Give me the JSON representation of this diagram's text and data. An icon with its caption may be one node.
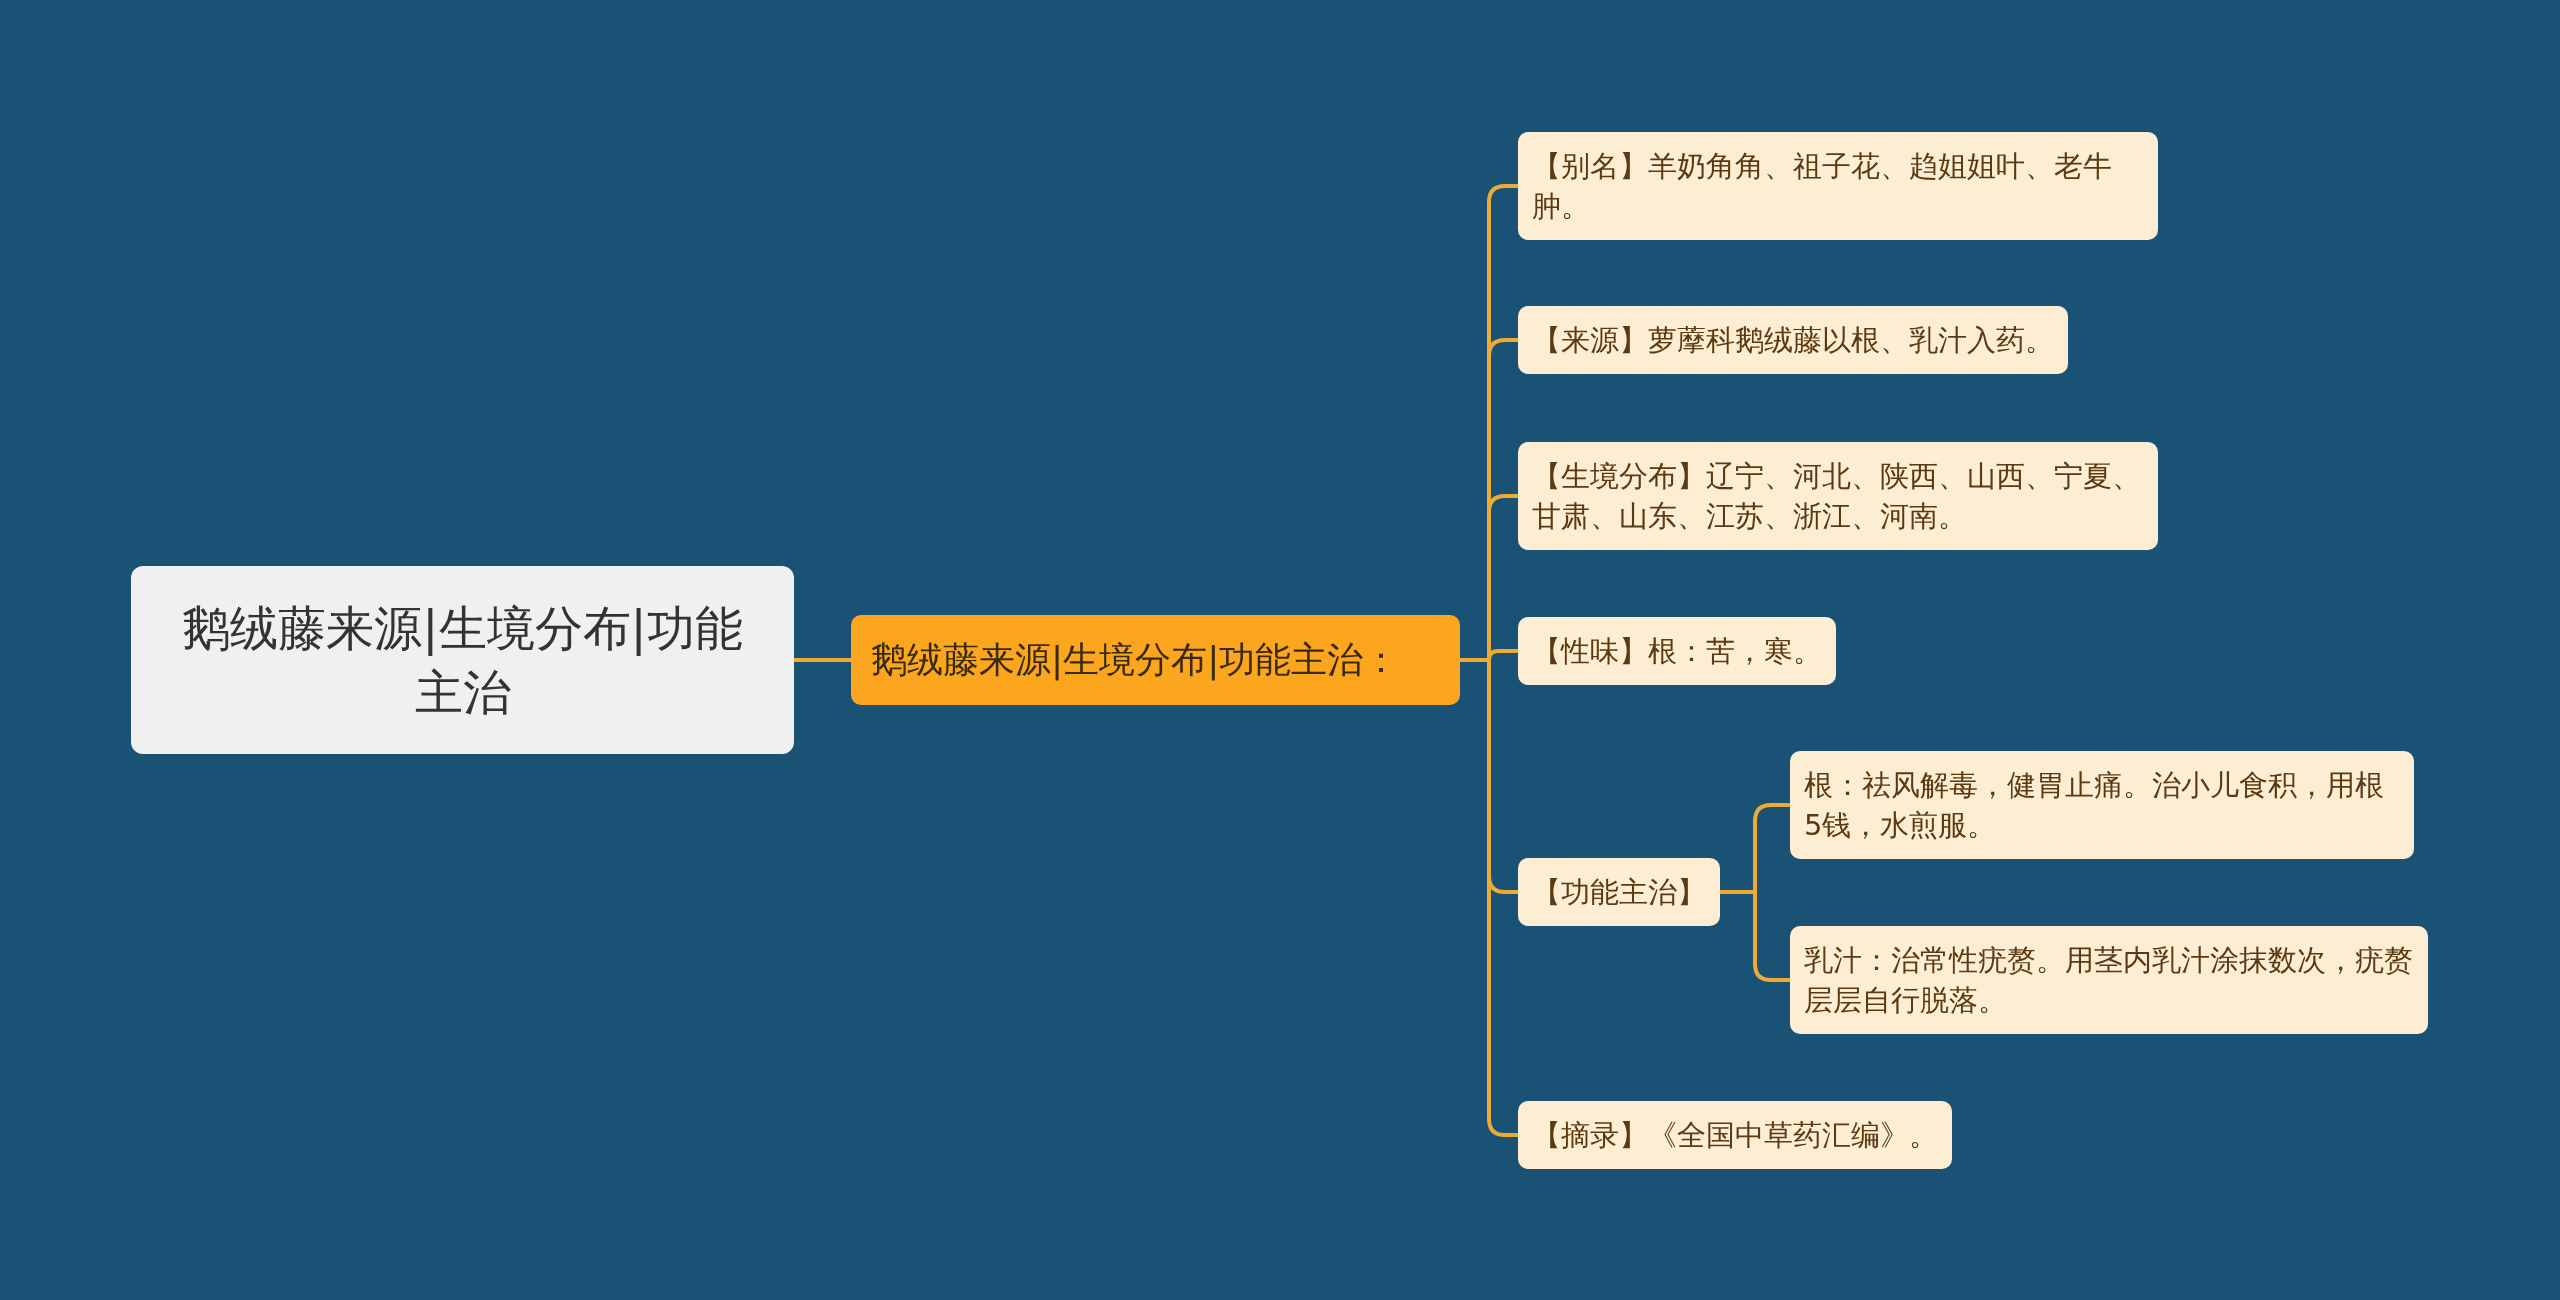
{
  "diagram": {
    "nodes": [
      {
        "text": [
          "鹅绒藤来源|生境分布|功能主治"
        ]
      },
      {
        "text": [
          "鹅绒藤来源|生境分布|功能主治："
        ]
      },
      {
        "text": [
          "【别名】羊奶角角、祖子花、趋姐姐叶、老牛肿。"
        ]
      },
      {
        "text": [
          "【来源】萝藦科鹅绒藤以根、乳汁入药。"
        ]
      },
      {
        "text": [
          "【生境分布】辽宁、河北、陕西、山西、宁夏、甘肃、山东、江苏、浙江、河南。"
        ]
      },
      {
        "text": [
          "【性味】根：苦，寒。"
        ]
      },
      {
        "text": [
          "【功能主治】"
        ]
      },
      {
        "text": [
          "根：祛风解毒，健胃止痛。治小儿食积，用根5钱，水煎服。"
        ]
      },
      {
        "text": [
          "乳汁：治常性疣赘。用茎内乳汁涂抹数次，疣赘层层自行脱落。"
        ]
      },
      {
        "text": [
          "【摘录】《全国中草药汇编》。"
        ]
      }
    ],
    "edges": [
      {
        "from": 0,
        "to": 1,
        "arrow": "none"
      },
      {
        "from": 1,
        "to": 2,
        "arrow": "none"
      },
      {
        "from": 1,
        "to": 3,
        "arrow": "none"
      },
      {
        "from": 1,
        "to": 4,
        "arrow": "none"
      },
      {
        "from": 1,
        "to": 5,
        "arrow": "none"
      },
      {
        "from": 1,
        "to": 6,
        "arrow": "none"
      },
      {
        "from": 6,
        "to": 7,
        "arrow": "none"
      },
      {
        "from": 6,
        "to": 8,
        "arrow": "none"
      },
      {
        "from": 1,
        "to": 9,
        "arrow": "none"
      }
    ]
  }
}
